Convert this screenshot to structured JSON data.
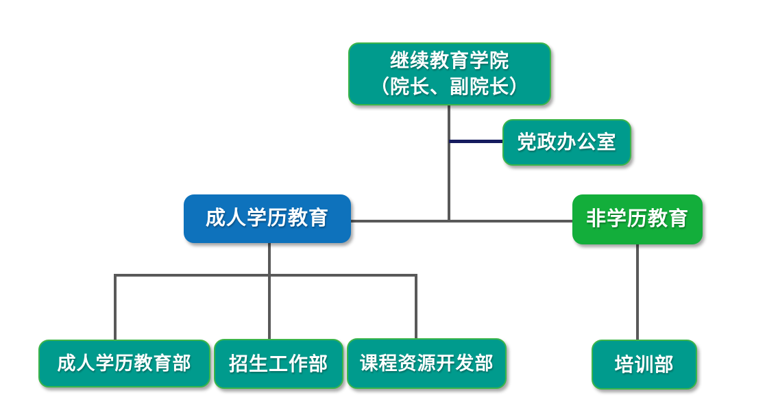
{
  "colors": {
    "teal": "#009B8D",
    "teal-border": "#3CB54A",
    "blue": "#0E72BC",
    "green": "#13AE3B",
    "line-gray": "#595959",
    "line-navy": "#151B5E",
    "text": "#FFFFFF"
  },
  "org_chart": {
    "root": {
      "line1": "继续教育学院",
      "line2": "（院长、副院长）"
    },
    "office": {
      "label": "党政办公室"
    },
    "adult_education": {
      "label": "成人学历教育"
    },
    "non_academic": {
      "label": "非学历教育"
    },
    "departments": {
      "adult_dept": {
        "label": "成人学历教育部"
      },
      "admissions": {
        "label": "招生工作部"
      },
      "course_dev": {
        "label": "课程资源开发部"
      },
      "training": {
        "label": "培训部"
      }
    }
  }
}
